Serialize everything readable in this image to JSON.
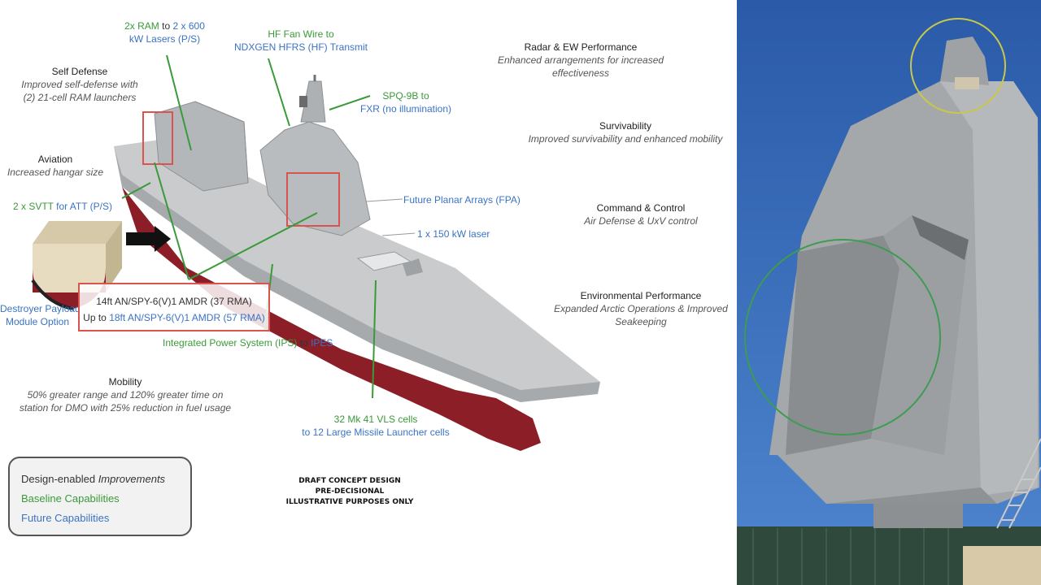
{
  "labels": {
    "ram_lasers": {
      "line1_pre": "2x RAM",
      "line1_mid": " to ",
      "line1_post": "2 x 600",
      "line2": "kW Lasers (P/S)"
    },
    "hf_fan": {
      "line1": "HF Fan Wire to",
      "line2": "NDXGEN HFRS (HF) Transmit"
    },
    "self_defense": {
      "heading": "Self Defense",
      "desc1": "Improved self-defense with",
      "desc2": "(2) 21-cell RAM launchers"
    },
    "spq": {
      "line1": "SPQ-9B to",
      "line2": "FXR (no illumination)"
    },
    "aviation": {
      "heading": "Aviation",
      "desc": "Increased hangar size"
    },
    "svtt": {
      "pre": "2 x SVTT",
      "post": " for ATT (P/S)"
    },
    "planar": "Future Planar Arrays (FPA)",
    "laser150": "1 x 150 kW laser",
    "payload": {
      "line1": "Destroyer Payload",
      "line2": "Module Option"
    },
    "amdr": {
      "line1": "14ft AN/SPY-6(V)1 AMDR (37 RMA)",
      "line2_pre": "Up to ",
      "line2_post": "18ft AN/SPY-6(V)1 AMDR (57 RMA)"
    },
    "ips": {
      "pre": "Integrated Power System (IPS)",
      "mid": " to ",
      "post": "IPES"
    },
    "mobility": {
      "heading": "Mobility",
      "desc1": "50% greater range and 120% greater time on",
      "desc2": "station for DMO with 25% reduction in fuel usage"
    },
    "vls": {
      "line1": "32 Mk 41 VLS cells",
      "line2": "to 12 Large Missile Launcher cells"
    },
    "radar_ew": {
      "heading": "Radar & EW Performance",
      "desc1": "Enhanced arrangements for increased",
      "desc2": "effectiveness"
    },
    "survivability": {
      "heading": "Survivability",
      "desc": "Improved survivability and enhanced mobility"
    },
    "c2": {
      "heading": "Command & Control",
      "desc": "Air Defense & UxV control"
    },
    "environmental": {
      "heading": "Environmental Performance",
      "desc1": "Expanded Arctic Operations & Improved",
      "desc2": "Seakeeping"
    }
  },
  "draft": {
    "line1": "DRAFT CONCEPT DESIGN",
    "line2": "PRE-DECISIONAL",
    "line3": "ILLUSTRATIVE PURPOSES ONLY"
  },
  "legend": {
    "design_pre": "Design-enabled",
    "design_post": " Improvements",
    "baseline": "Baseline Capabilities",
    "future": "Future Capabilities"
  },
  "colors": {
    "baseline_green": "#3a9a3a",
    "future_blue": "#3b73c4",
    "highlight_red": "#d9534f",
    "hull_red": "#8b1e26",
    "ship_grey": "#b9bcbf",
    "sky_blue": "#2f63b5"
  }
}
